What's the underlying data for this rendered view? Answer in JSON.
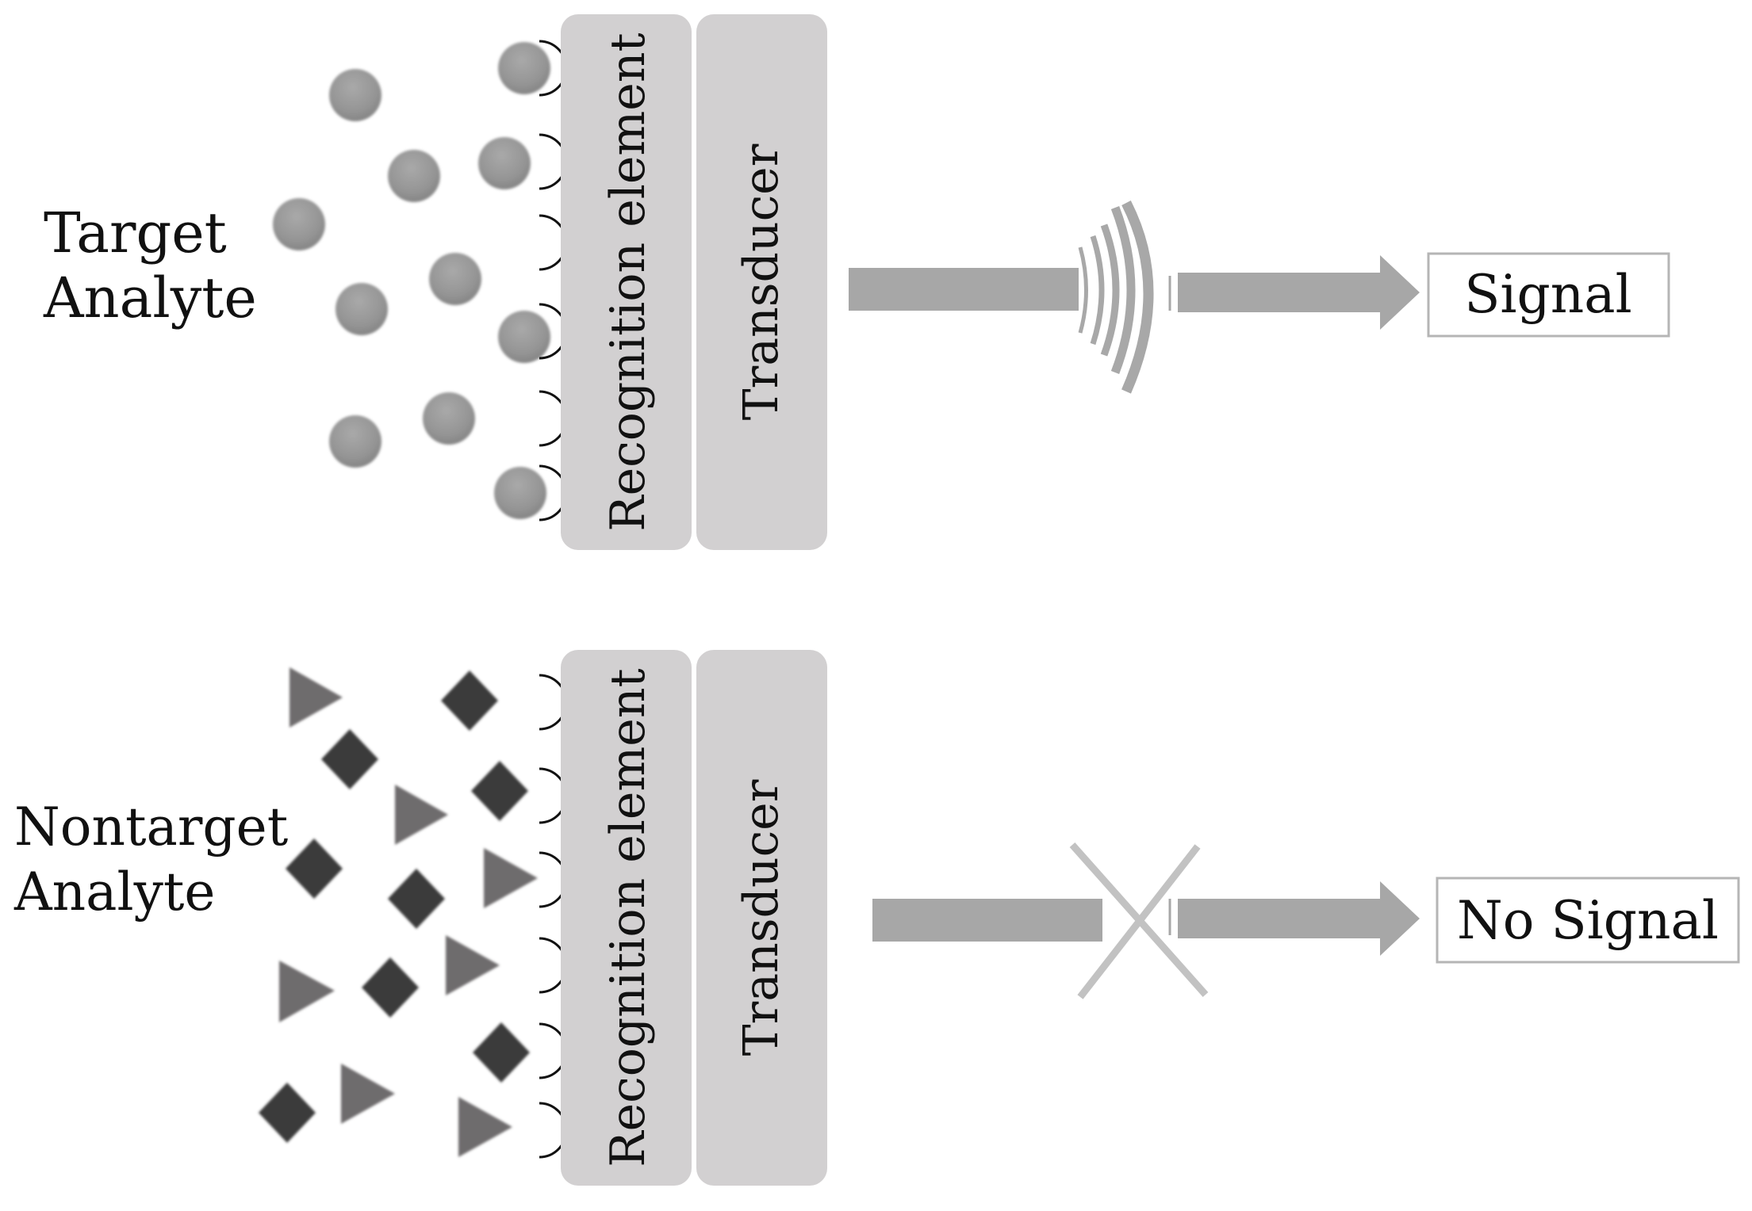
{
  "top": {
    "analyte_label": [
      "Target",
      "Analyte"
    ],
    "recognition_label": "Recognition element",
    "transducer_label": "Transducer",
    "output_label": "Signal",
    "analyte_shape": "circle"
  },
  "bottom": {
    "analyte_label": [
      "Nontarget",
      "Analyte"
    ],
    "recognition_label": "Recognition element",
    "transducer_label": "Transducer",
    "output_label": "No Signal",
    "analyte_shapes": [
      "triangle",
      "diamond"
    ]
  },
  "colors": {
    "panel": "#d2d0d1",
    "arrow": "#a7a7a7",
    "circle": "#9a9a9a",
    "triangle": "#6e6c6d",
    "diamond": "#3b3b3b",
    "wave": "#a8a8a8",
    "cross": "#c2c2c2"
  },
  "icons": {
    "signal_emitter": "signal-wave-icon",
    "blocked": "cross-icon"
  }
}
